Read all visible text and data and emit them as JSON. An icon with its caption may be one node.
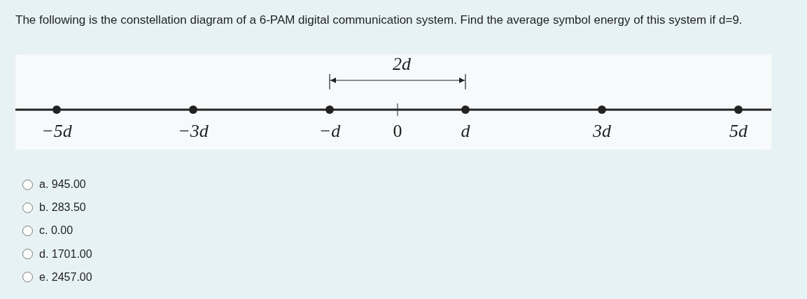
{
  "diagram": {
    "labels": [
      "The following is the constellation diagram of a 6-PAM digital communication system. Find the average symbol energy of this system if d=9.",
      "2d",
      "−5d",
      "−3d",
      "−d",
      "0",
      "d",
      "3d",
      "5d",
      "a. 945.00",
      "b. 283.50",
      "c. 0.00",
      "d. 1701.00",
      "e. 2457.00"
    ]
  }
}
